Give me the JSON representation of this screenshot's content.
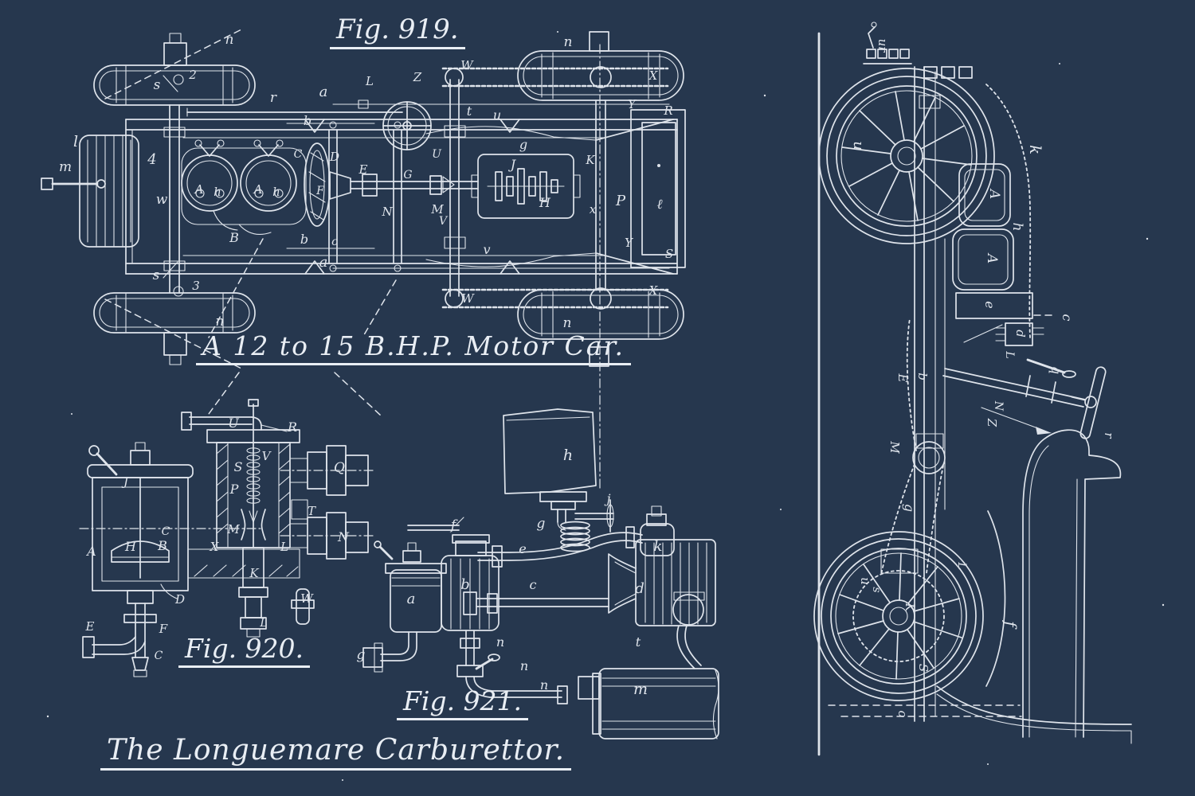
{
  "title": "Blueprint plate: 12 to 15 B.H.P. motor car and Longuemare carburettor",
  "colors": {
    "background": "#26374E",
    "ink": "#E9EEF4"
  },
  "captions": {
    "fig919": "Fig. 919.",
    "motor_car": "A 12 to 15 B.H.P. Motor Car.",
    "fig920": "Fig. 920.",
    "fig921": "Fig. 921.",
    "longuemare": "The Longuemare Carburettor."
  },
  "figures": [
    {
      "id": "fig919-labels",
      "name": "plan-view-motor-car",
      "labels": [
        [
          "n",
          288,
          55,
          17
        ],
        [
          "2",
          242,
          99,
          15
        ],
        [
          "s",
          197,
          112,
          17
        ],
        [
          "l",
          95,
          184,
          19
        ],
        [
          "m",
          82,
          215,
          17
        ],
        [
          "4",
          191,
          206,
          18
        ],
        [
          "w",
          203,
          256,
          17
        ],
        [
          "A",
          250,
          243,
          15
        ],
        [
          "h",
          273,
          246,
          15
        ],
        [
          "A",
          324,
          243,
          15
        ],
        [
          "h",
          347,
          246,
          15
        ],
        [
          "B",
          294,
          304,
          16
        ],
        [
          "s",
          196,
          351,
          17
        ],
        [
          "3",
          246,
          364,
          15
        ],
        [
          "n",
          276,
          409,
          17
        ],
        [
          "r",
          343,
          128,
          17
        ],
        [
          "a",
          406,
          121,
          18
        ],
        [
          "b",
          386,
          157,
          16
        ],
        [
          "L",
          464,
          107,
          15
        ],
        [
          "Z",
          524,
          102,
          15
        ],
        [
          "W",
          586,
          87,
          15
        ],
        [
          "t",
          589,
          145,
          16
        ],
        [
          "u",
          624,
          150,
          16
        ],
        [
          "G",
          512,
          224,
          14
        ],
        [
          "U",
          548,
          198,
          14
        ],
        [
          "g",
          657,
          187,
          16
        ],
        [
          "J",
          644,
          212,
          16
        ],
        [
          "K",
          741,
          206,
          15
        ],
        [
          "H",
          684,
          260,
          16
        ],
        [
          "M",
          549,
          268,
          15
        ],
        [
          "N",
          486,
          271,
          15
        ],
        [
          "V",
          556,
          282,
          14
        ],
        [
          "D",
          420,
          202,
          15
        ],
        [
          "C",
          374,
          198,
          14
        ],
        [
          "E",
          456,
          218,
          15
        ],
        [
          "F",
          402,
          244,
          14
        ],
        [
          "b",
          382,
          306,
          16
        ],
        [
          "c",
          420,
          308,
          14
        ],
        [
          "a",
          406,
          335,
          18
        ],
        [
          "v",
          611,
          319,
          16
        ],
        [
          "x",
          744,
          268,
          15
        ],
        [
          "P",
          779,
          258,
          18
        ],
        [
          "ℓ",
          828,
          262,
          17
        ],
        [
          "R",
          839,
          144,
          15
        ],
        [
          "Y",
          793,
          136,
          15
        ],
        [
          "Y",
          789,
          310,
          15
        ],
        [
          "S",
          840,
          324,
          15
        ],
        [
          "X",
          820,
          100,
          15
        ],
        [
          "X",
          820,
          370,
          15
        ],
        [
          "W",
          587,
          380,
          15
        ],
        [
          "n",
          713,
          58,
          17
        ],
        [
          "n",
          712,
          411,
          17
        ]
      ]
    },
    {
      "id": "fig920-labels",
      "name": "carburettor-section",
      "labels": [
        [
          "U",
          293,
          537,
          16
        ],
        [
          "R",
          367,
          542,
          16
        ],
        [
          "V",
          334,
          578,
          15
        ],
        [
          "S",
          299,
          592,
          16
        ],
        [
          "P",
          294,
          620,
          16
        ],
        [
          "Q",
          426,
          593,
          17
        ],
        [
          "T",
          391,
          647,
          15
        ],
        [
          "M",
          293,
          670,
          15
        ],
        [
          "X",
          269,
          692,
          15
        ],
        [
          "L",
          357,
          692,
          15
        ],
        [
          "N",
          431,
          680,
          16
        ],
        [
          "K",
          319,
          725,
          15
        ],
        [
          "J",
          158,
          610,
          15
        ],
        [
          "C",
          208,
          672,
          14
        ],
        [
          "H",
          164,
          692,
          16
        ],
        [
          "B",
          204,
          691,
          16
        ],
        [
          "A",
          115,
          698,
          16
        ],
        [
          "D",
          226,
          758,
          15
        ],
        [
          "F",
          205,
          795,
          15
        ],
        [
          "E",
          113,
          792,
          15
        ],
        [
          "C",
          199,
          828,
          14
        ],
        [
          "W",
          385,
          757,
          15
        ],
        [
          "L",
          331,
          787,
          14
        ]
      ]
    },
    {
      "id": "fig921-labels",
      "name": "carburettor-installation",
      "labels": [
        [
          "h",
          713,
          578,
          19
        ],
        [
          "j",
          764,
          632,
          16
        ],
        [
          "g",
          679,
          663,
          17
        ],
        [
          "f",
          569,
          665,
          17
        ],
        [
          "e",
          656,
          695,
          16
        ],
        [
          "a",
          516,
          758,
          18
        ],
        [
          "b",
          584,
          740,
          18
        ],
        [
          "c",
          669,
          740,
          16
        ],
        [
          "k",
          826,
          692,
          18
        ],
        [
          "d",
          803,
          745,
          18
        ],
        [
          "t",
          801,
          812,
          16
        ],
        [
          "m",
          804,
          872,
          19
        ],
        [
          "n",
          628,
          812,
          16
        ],
        [
          "n",
          658,
          842,
          16
        ],
        [
          "n",
          683,
          866,
          16
        ],
        [
          "g",
          453,
          828,
          17
        ]
      ]
    },
    {
      "id": "side-view-labels",
      "name": "side-elevation-motor-car",
      "labels": [
        [
          "ur",
          1103,
          57,
          15,
          90
        ],
        [
          "k",
          1293,
          188,
          20,
          90
        ],
        [
          "u",
          1072,
          183,
          18,
          90
        ],
        [
          "A",
          1243,
          244,
          17,
          90
        ],
        [
          "h",
          1272,
          285,
          17,
          90
        ],
        [
          "A",
          1240,
          325,
          17,
          90
        ],
        [
          "e",
          1237,
          383,
          16,
          90
        ],
        [
          "c",
          1334,
          399,
          16,
          90
        ],
        [
          "d",
          1276,
          419,
          15,
          90
        ],
        [
          "L",
          1263,
          446,
          14,
          90
        ],
        [
          "q",
          1320,
          465,
          16,
          90
        ],
        [
          "N",
          1249,
          510,
          14,
          90
        ],
        [
          "Z",
          1240,
          531,
          15,
          90
        ],
        [
          "r",
          1387,
          547,
          15,
          90
        ],
        [
          "E",
          1128,
          475,
          15,
          90
        ],
        [
          "b",
          1153,
          473,
          15,
          90
        ],
        [
          "M",
          1118,
          562,
          15,
          90
        ],
        [
          "g",
          1136,
          638,
          16,
          90
        ],
        [
          "L",
          1203,
          711,
          14,
          90
        ],
        [
          "u",
          1081,
          730,
          15,
          90
        ],
        [
          "s",
          1096,
          741,
          14,
          90
        ],
        [
          "K",
          1137,
          763,
          14,
          90
        ],
        [
          "S",
          1154,
          839,
          15,
          90
        ],
        [
          "o",
          1128,
          897,
          15,
          90
        ],
        [
          "f",
          1262,
          784,
          20,
          90
        ]
      ]
    }
  ]
}
